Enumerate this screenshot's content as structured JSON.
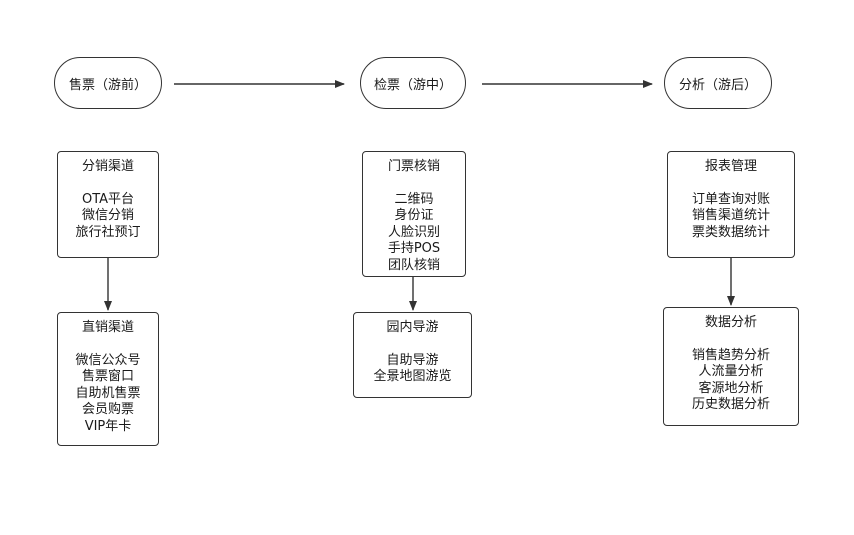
{
  "stages": [
    {
      "label": "售票（游前）"
    },
    {
      "label": "检票（游中）"
    },
    {
      "label": "分析（游后）"
    }
  ],
  "boxes": [
    {
      "title": "分销渠道",
      "items": [
        "OTA平台",
        "微信分销",
        "旅行社预订"
      ]
    },
    {
      "title": "直销渠道",
      "items": [
        "微信公众号",
        "售票窗口",
        "自助机售票",
        "会员购票",
        "VIP年卡"
      ]
    },
    {
      "title": "门票核销",
      "items": [
        "二维码",
        "身份证",
        "人脸识别",
        "手持POS",
        "团队核销"
      ]
    },
    {
      "title": "园内导游",
      "items": [
        "自助导游",
        "全景地图游览"
      ]
    },
    {
      "title": "报表管理",
      "items": [
        "订单查询对账",
        "销售渠道统计",
        "票类数据统计"
      ]
    },
    {
      "title": "数据分析",
      "items": [
        "销售趋势分析",
        "人流量分析",
        "客源地分析",
        "历史数据分析"
      ]
    }
  ],
  "colors": {
    "stroke": "#333333",
    "fill": "#ffffff",
    "text": "#1a1a1a"
  }
}
